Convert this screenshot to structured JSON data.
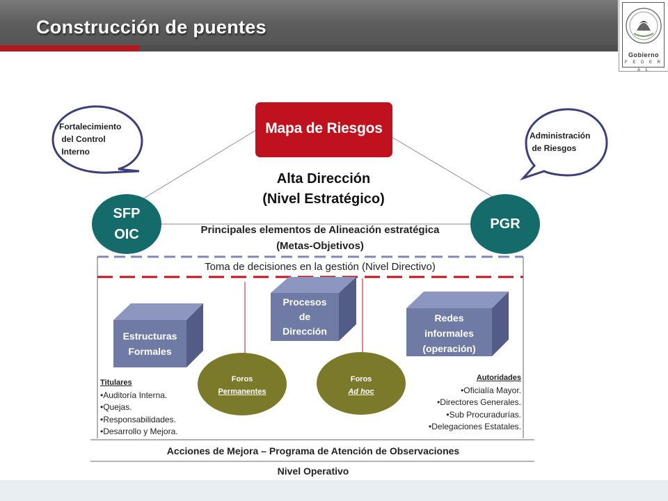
{
  "header": {
    "title": "Construcción de puentes"
  },
  "logo": {
    "line1": "Gobierno",
    "line2": "F E D E R A L"
  },
  "bubbles": {
    "left": "Fortalecimiento\n del Control\n Interno",
    "right": "Administración\n de Riesgos"
  },
  "top_box": "Mapa de Riesgos",
  "alta": {
    "line1": "Alta Dirección",
    "line2": "(Nivel Estratégico)"
  },
  "left_circle": {
    "line1": "SFP",
    "line2": "OIC"
  },
  "right_circle": "PGR",
  "principales": {
    "line1": "Principales elementos de Alineación estratégica",
    "line2": "(Metas-Objetivos)"
  },
  "toma": "Toma de decisiones  en la gestión (Nivel Directivo)",
  "boxes": {
    "procesos": [
      "Procesos",
      "de",
      "Dirección"
    ],
    "estructuras": [
      "Estructuras",
      "Formales"
    ],
    "redes": [
      "Redes",
      "informales",
      "(operación)"
    ]
  },
  "foros": {
    "left": {
      "line1": "Foros",
      "line2": "Permanentes"
    },
    "right": {
      "line1": "Foros",
      "line2": "Ad hoc"
    }
  },
  "titulares": {
    "heading": "Titulares",
    "items": [
      "Auditoría Interna.",
      "Quejas.",
      "Responsabilidades.",
      "Desarrollo y Mejora."
    ]
  },
  "autoridades": {
    "heading": "Autoridades",
    "items": [
      "Oficialía Mayor.",
      "Directores Generales.",
      "Sub Procuradurías.",
      "Delegaciones Estatales."
    ]
  },
  "acciones": "Acciones de Mejora – Programa de Atención de Observaciones",
  "nivel_operativo": "Nivel Operativo",
  "colors": {
    "red": "#c0111e",
    "teal": "#156a6a",
    "olive": "#7b7a2a",
    "box_face": "#707ba5",
    "box_top": "#8c96be",
    "box_side": "#525c86",
    "navy": "#3b3f7a"
  }
}
